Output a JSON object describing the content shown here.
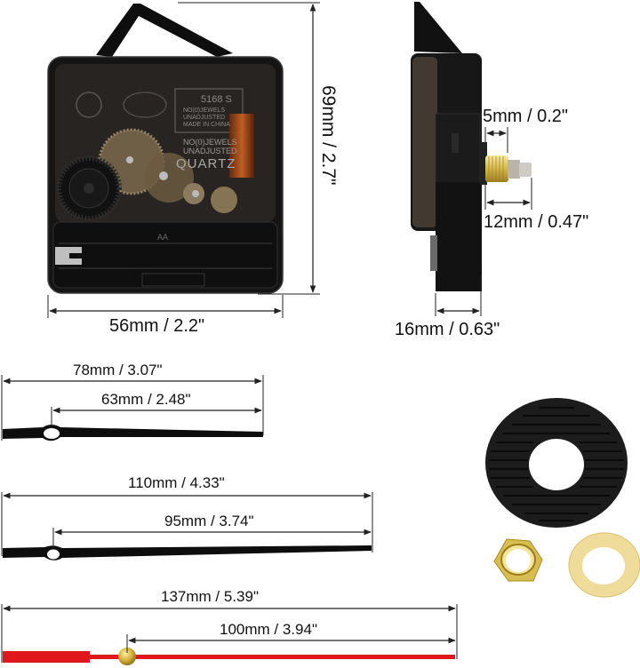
{
  "diagram": {
    "subject": "Quartz clock movement kit with hands and hardware",
    "colors": {
      "background": "#ffffff",
      "housing": "#141414",
      "dimension_line": "#222222",
      "brass": "#d9b84a",
      "red_hand": "#e0181c",
      "coil": "#b5521c",
      "washer": "#f0dc9a",
      "gasket": "#1c1c1c"
    },
    "movement_front": {
      "dimensions": {
        "width": "56mm / 2.2\"",
        "height": "69mm / 2.7\""
      },
      "label_plate": {
        "model": "5168 S",
        "line1": "NO(0)JEWELS",
        "line2": "UNADJUSTED",
        "line3": "MADE IN CHINA"
      },
      "body_text": {
        "line1": "NO(0)JEWELS",
        "line2": "UNADJUSTED",
        "line3": "QUARTZ"
      },
      "battery_text": "AA"
    },
    "movement_side": {
      "dimensions": {
        "thread_length": "5mm / 0.2\"",
        "shaft_length": "12mm / 0.47\"",
        "depth": "16mm / 0.63\""
      }
    },
    "hands": [
      {
        "name": "hour-hand",
        "color": "black",
        "total_length": "78mm / 3.07\"",
        "center_to_tip": "63mm / 2.48\""
      },
      {
        "name": "minute-hand",
        "color": "black",
        "total_length": "110mm / 4.33\"",
        "center_to_tip": "95mm / 3.74\""
      },
      {
        "name": "second-hand",
        "color": "red",
        "total_length": "137mm / 5.39\"",
        "center_to_tip": "100mm / 3.94\""
      }
    ],
    "hardware": [
      {
        "name": "rubber-gasket"
      },
      {
        "name": "hex-nut"
      },
      {
        "name": "brass-washer"
      }
    ]
  }
}
